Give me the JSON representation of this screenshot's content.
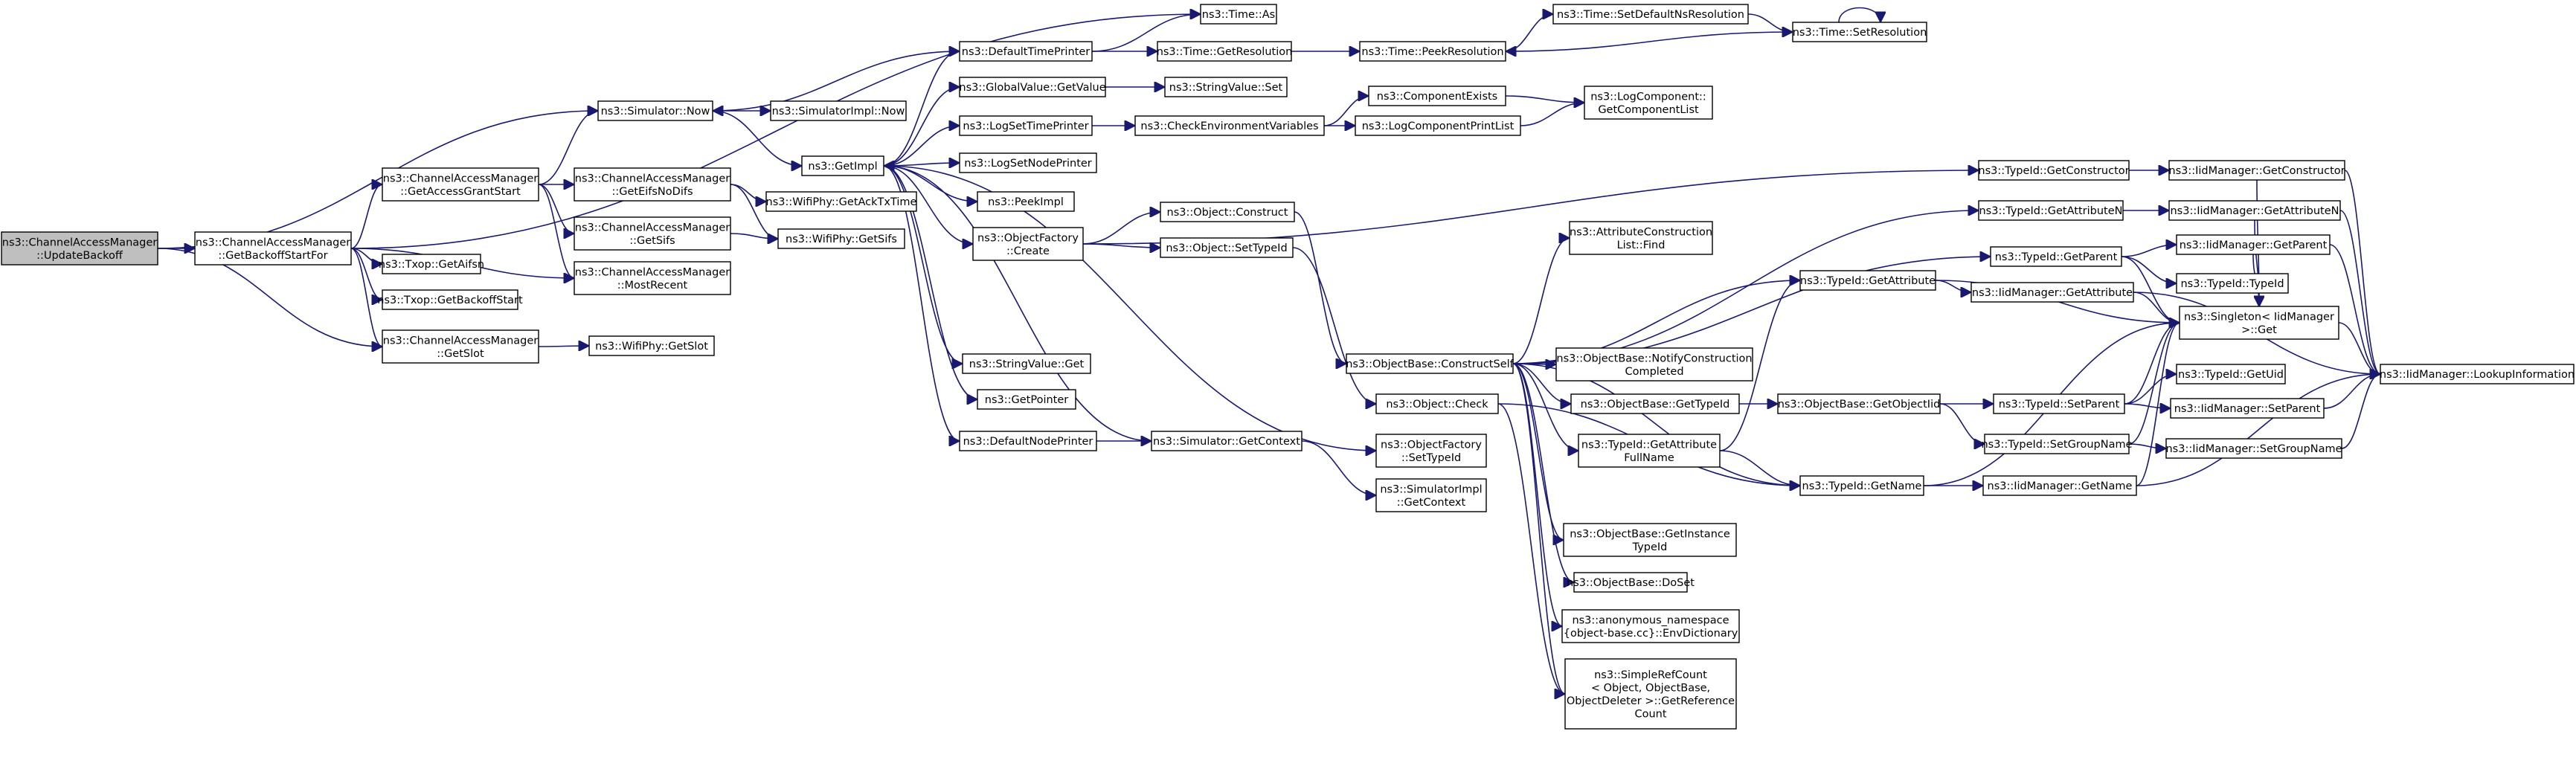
{
  "nodes": [
    {
      "id": "n0",
      "lines": [
        "ns3::ChannelAccessManager",
        "::UpdateBackoff"
      ],
      "root": true
    },
    {
      "id": "n1",
      "lines": [
        "ns3::ChannelAccessManager",
        "::GetBackoffStartFor"
      ]
    },
    {
      "id": "n2",
      "lines": [
        "ns3::Time::As"
      ]
    },
    {
      "id": "n3",
      "lines": [
        "ns3::Simulator::Now"
      ]
    },
    {
      "id": "n4",
      "lines": [
        "ns3::ChannelAccessManager",
        "::GetAccessGrantStart"
      ]
    },
    {
      "id": "n5",
      "lines": [
        "ns3::ChannelAccessManager",
        "::GetEifsNoDifs"
      ]
    },
    {
      "id": "n6",
      "lines": [
        "ns3::ChannelAccessManager",
        "::GetSifs"
      ]
    },
    {
      "id": "n7",
      "lines": [
        "ns3::ChannelAccessManager",
        "::MostRecent"
      ]
    },
    {
      "id": "n8",
      "lines": [
        "ns3::Txop::GetAifsn"
      ]
    },
    {
      "id": "n9",
      "lines": [
        "ns3::Txop::GetBackoffStart"
      ]
    },
    {
      "id": "n10",
      "lines": [
        "ns3::ChannelAccessManager",
        "::GetSlot"
      ]
    },
    {
      "id": "n11",
      "lines": [
        "ns3::WifiPhy::GetSlot"
      ]
    },
    {
      "id": "n12",
      "lines": [
        "ns3::WifiPhy::GetAckTxTime"
      ]
    },
    {
      "id": "n13",
      "lines": [
        "ns3::WifiPhy::GetSifs"
      ]
    },
    {
      "id": "n14",
      "lines": [
        "ns3::SimulatorImpl::Now"
      ]
    },
    {
      "id": "n15",
      "lines": [
        "ns3::GetImpl"
      ]
    },
    {
      "id": "n16",
      "lines": [
        "ns3::DefaultTimePrinter"
      ]
    },
    {
      "id": "n17",
      "lines": [
        "ns3::GlobalValue::GetValue"
      ]
    },
    {
      "id": "n18",
      "lines": [
        "ns3::LogSetTimePrinter"
      ]
    },
    {
      "id": "n19",
      "lines": [
        "ns3::LogSetNodePrinter"
      ]
    },
    {
      "id": "n20",
      "lines": [
        "ns3::PeekImpl"
      ]
    },
    {
      "id": "n21",
      "lines": [
        "ns3::ObjectFactory",
        "::Create"
      ]
    },
    {
      "id": "n22",
      "lines": [
        "ns3::StringValue::Get"
      ]
    },
    {
      "id": "n23",
      "lines": [
        "ns3::GetPointer"
      ]
    },
    {
      "id": "n24",
      "lines": [
        "ns3::DefaultNodePrinter"
      ]
    },
    {
      "id": "n25",
      "lines": [
        "ns3::Time::GetResolution"
      ]
    },
    {
      "id": "n26",
      "lines": [
        "ns3::StringValue::Set"
      ]
    },
    {
      "id": "n27",
      "lines": [
        "ns3::CheckEnvironmentVariables"
      ]
    },
    {
      "id": "n28",
      "lines": [
        "ns3::Object::Construct"
      ]
    },
    {
      "id": "n29",
      "lines": [
        "ns3::Object::SetTypeId"
      ]
    },
    {
      "id": "n30",
      "lines": [
        "ns3::Simulator::GetContext"
      ]
    },
    {
      "id": "n31",
      "lines": [
        "ns3::Time::PeekResolution"
      ]
    },
    {
      "id": "n32",
      "lines": [
        "ns3::ComponentExists"
      ]
    },
    {
      "id": "n33",
      "lines": [
        "ns3::LogComponentPrintList"
      ]
    },
    {
      "id": "n34",
      "lines": [
        "ns3::ObjectBase::ConstructSelf"
      ]
    },
    {
      "id": "n35",
      "lines": [
        "ns3::Object::Check"
      ]
    },
    {
      "id": "n36",
      "lines": [
        "ns3::ObjectFactory",
        "::SetTypeId"
      ]
    },
    {
      "id": "n37",
      "lines": [
        "ns3::SimulatorImpl",
        "::GetContext"
      ]
    },
    {
      "id": "n38",
      "lines": [
        "ns3::Time::SetDefaultNsResolution"
      ]
    },
    {
      "id": "n39",
      "lines": [
        "ns3::Time::SetResolution"
      ]
    },
    {
      "id": "n40",
      "lines": [
        "ns3::LogComponent::",
        "GetComponentList"
      ]
    },
    {
      "id": "n41",
      "lines": [
        "ns3::AttributeConstruction",
        "List::Find"
      ]
    },
    {
      "id": "n42",
      "lines": [
        "ns3::ObjectBase::NotifyConstruction",
        "Completed"
      ]
    },
    {
      "id": "n43",
      "lines": [
        "ns3::ObjectBase::GetTypeId"
      ]
    },
    {
      "id": "n44",
      "lines": [
        "ns3::TypeId::GetAttribute",
        "FullName"
      ]
    },
    {
      "id": "n45",
      "lines": [
        "ns3::ObjectBase::GetInstance",
        "TypeId"
      ]
    },
    {
      "id": "n46",
      "lines": [
        "ns3::ObjectBase::DoSet"
      ]
    },
    {
      "id": "n47",
      "lines": [
        "ns3::anonymous_namespace",
        "{object-base.cc}::EnvDictionary"
      ]
    },
    {
      "id": "n48",
      "lines": [
        "ns3::SimpleRefCount",
        "< Object, ObjectBase,",
        "ObjectDeleter >::GetReference",
        "Count"
      ]
    },
    {
      "id": "n49",
      "lines": [
        "ns3::TypeId::GetConstructor"
      ]
    },
    {
      "id": "n50",
      "lines": [
        "ns3::TypeId::GetAttributeN"
      ]
    },
    {
      "id": "n51",
      "lines": [
        "ns3::TypeId::GetParent"
      ]
    },
    {
      "id": "n52",
      "lines": [
        "ns3::TypeId::GetAttribute"
      ]
    },
    {
      "id": "n53",
      "lines": [
        "ns3::ObjectBase::GetObjectIid"
      ]
    },
    {
      "id": "n54",
      "lines": [
        "ns3::TypeId::GetName"
      ]
    },
    {
      "id": "n55",
      "lines": [
        "ns3::IidManager::GetConstructor"
      ]
    },
    {
      "id": "n56",
      "lines": [
        "ns3::IidManager::GetAttributeN"
      ]
    },
    {
      "id": "n57",
      "lines": [
        "ns3::IidManager::GetParent"
      ]
    },
    {
      "id": "n58",
      "lines": [
        "ns3::TypeId::TypeId"
      ]
    },
    {
      "id": "n59",
      "lines": [
        "ns3::IidManager::GetAttribute"
      ]
    },
    {
      "id": "n60",
      "lines": [
        "ns3::Singleton< IidManager",
        ">::Get"
      ]
    },
    {
      "id": "n61",
      "lines": [
        "ns3::TypeId::SetParent"
      ]
    },
    {
      "id": "n62",
      "lines": [
        "ns3::TypeId::SetGroupName"
      ]
    },
    {
      "id": "n63",
      "lines": [
        "ns3::IidManager::GetName"
      ]
    },
    {
      "id": "n64",
      "lines": [
        "ns3::TypeId::GetUid"
      ]
    },
    {
      "id": "n65",
      "lines": [
        "ns3::IidManager::SetParent"
      ]
    },
    {
      "id": "n66",
      "lines": [
        "ns3::IidManager::SetGroupName"
      ]
    },
    {
      "id": "n67",
      "lines": [
        "ns3::IidManager::LookupInformation"
      ]
    }
  ],
  "edges": [
    [
      "n0",
      "n1"
    ],
    [
      "n0",
      "n3"
    ],
    [
      "n0",
      "n10"
    ],
    [
      "n1",
      "n2"
    ],
    [
      "n1",
      "n4"
    ],
    [
      "n1",
      "n7"
    ],
    [
      "n1",
      "n8"
    ],
    [
      "n1",
      "n9"
    ],
    [
      "n1",
      "n10"
    ],
    [
      "n4",
      "n3"
    ],
    [
      "n4",
      "n5"
    ],
    [
      "n4",
      "n6"
    ],
    [
      "n4",
      "n7"
    ],
    [
      "n5",
      "n12"
    ],
    [
      "n5",
      "n13"
    ],
    [
      "n6",
      "n13"
    ],
    [
      "n10",
      "n11"
    ],
    [
      "n3",
      "n14"
    ],
    [
      "n3",
      "n15"
    ],
    [
      "n15",
      "n16"
    ],
    [
      "n15",
      "n17"
    ],
    [
      "n15",
      "n18"
    ],
    [
      "n15",
      "n19"
    ],
    [
      "n15",
      "n20"
    ],
    [
      "n15",
      "n21"
    ],
    [
      "n15",
      "n22"
    ],
    [
      "n15",
      "n23"
    ],
    [
      "n15",
      "n24"
    ],
    [
      "n15",
      "n36"
    ],
    [
      "n16",
      "n2"
    ],
    [
      "n16",
      "n3"
    ],
    [
      "n16",
      "n25"
    ],
    [
      "n17",
      "n26"
    ],
    [
      "n18",
      "n27"
    ],
    [
      "n21",
      "n28"
    ],
    [
      "n21",
      "n29"
    ],
    [
      "n21",
      "n49"
    ],
    [
      "n24",
      "n30"
    ],
    [
      "n30",
      "n15"
    ],
    [
      "n30",
      "n37"
    ],
    [
      "n25",
      "n31"
    ],
    [
      "n31",
      "n38"
    ],
    [
      "n38",
      "n39"
    ],
    [
      "n39",
      "n31"
    ],
    [
      "n39",
      "n39"
    ],
    [
      "n27",
      "n32"
    ],
    [
      "n27",
      "n33"
    ],
    [
      "n32",
      "n40"
    ],
    [
      "n33",
      "n40"
    ],
    [
      "n28",
      "n34"
    ],
    [
      "n29",
      "n35"
    ],
    [
      "n34",
      "n41"
    ],
    [
      "n34",
      "n42"
    ],
    [
      "n34",
      "n43"
    ],
    [
      "n34",
      "n44"
    ],
    [
      "n34",
      "n45"
    ],
    [
      "n34",
      "n46"
    ],
    [
      "n34",
      "n47"
    ],
    [
      "n34",
      "n48"
    ],
    [
      "n34",
      "n50"
    ],
    [
      "n34",
      "n51"
    ],
    [
      "n34",
      "n52"
    ],
    [
      "n34",
      "n54"
    ],
    [
      "n35",
      "n54"
    ],
    [
      "n35",
      "n48"
    ],
    [
      "n43",
      "n53"
    ],
    [
      "n44",
      "n52"
    ],
    [
      "n44",
      "n54"
    ],
    [
      "n53",
      "n61"
    ],
    [
      "n53",
      "n62"
    ],
    [
      "n49",
      "n55"
    ],
    [
      "n50",
      "n56"
    ],
    [
      "n51",
      "n57"
    ],
    [
      "n51",
      "n58"
    ],
    [
      "n51",
      "n60"
    ],
    [
      "n52",
      "n59"
    ],
    [
      "n52",
      "n60"
    ],
    [
      "n54",
      "n63"
    ],
    [
      "n54",
      "n60"
    ],
    [
      "n61",
      "n64"
    ],
    [
      "n61",
      "n65"
    ],
    [
      "n61",
      "n60"
    ],
    [
      "n62",
      "n66"
    ],
    [
      "n62",
      "n60"
    ],
    [
      "n55",
      "n60"
    ],
    [
      "n55",
      "n67"
    ],
    [
      "n56",
      "n60"
    ],
    [
      "n56",
      "n67"
    ],
    [
      "n57",
      "n60"
    ],
    [
      "n57",
      "n67"
    ],
    [
      "n59",
      "n60"
    ],
    [
      "n59",
      "n67"
    ],
    [
      "n63",
      "n60"
    ],
    [
      "n63",
      "n67"
    ],
    [
      "n65",
      "n67"
    ],
    [
      "n66",
      "n67"
    ],
    [
      "n60",
      "n67"
    ]
  ]
}
